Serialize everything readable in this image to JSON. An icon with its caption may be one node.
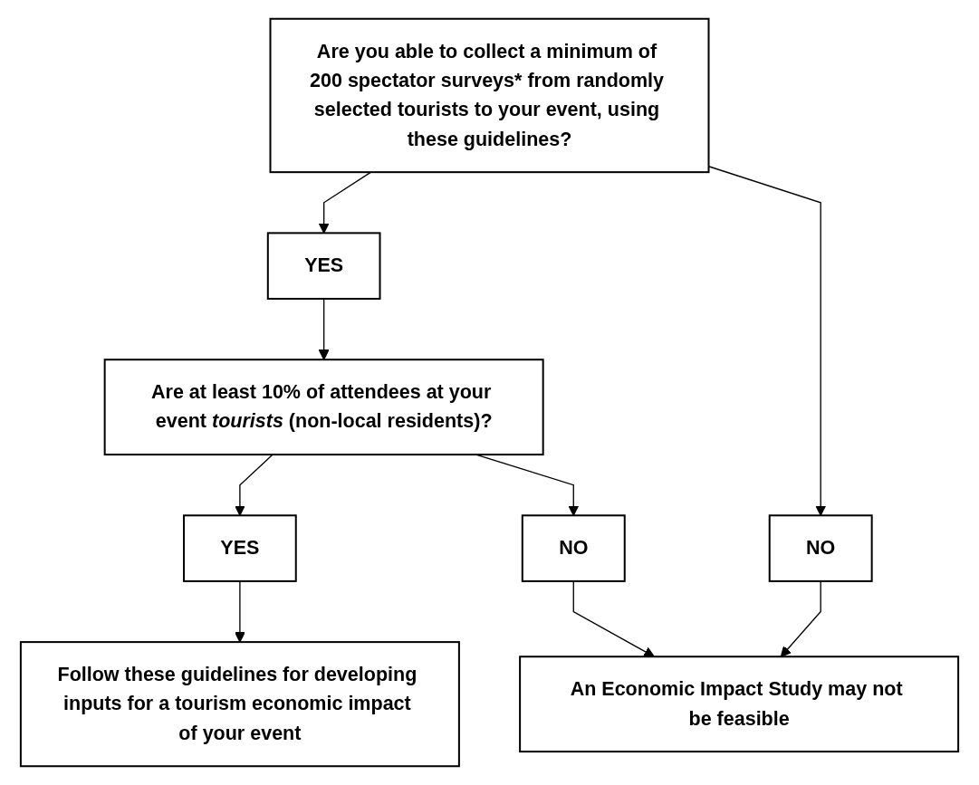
{
  "diagram": {
    "nodes": [
      {
        "text": [
          "Are you able to collect a minimum of 200 spectator surveys* from randomly selected tourists to your event, using these guidelines?"
        ]
      },
      {
        "text": [
          "YES"
        ]
      },
      {
        "text": [
          "NO"
        ]
      },
      {
        "text": [
          "An Economic Impact Study may not be feasible"
        ]
      },
      {
        "text": [
          "Are at least 10% of attendees at your event *tourists* (non-local residents)?"
        ]
      },
      {
        "text": [
          "YES"
        ]
      },
      {
        "text": [
          "NO"
        ]
      },
      {
        "text": [
          "Follow these guidelines for developing inputs for a tourism economic impact of your event"
        ]
      }
    ],
    "edges": [
      {
        "from": 0,
        "to": 1,
        "arrow": "to"
      },
      {
        "from": 0,
        "to": 2,
        "arrow": "to"
      },
      {
        "from": 1,
        "to": 4,
        "arrow": "to"
      },
      {
        "from": 2,
        "to": 3,
        "arrow": "to"
      },
      {
        "from": 4,
        "to": 5,
        "arrow": "to"
      },
      {
        "from": 4,
        "to": 6,
        "arrow": "to"
      },
      {
        "from": 6,
        "to": 3,
        "arrow": "to"
      },
      {
        "from": 5,
        "to": 7,
        "arrow": "to"
      }
    ]
  }
}
